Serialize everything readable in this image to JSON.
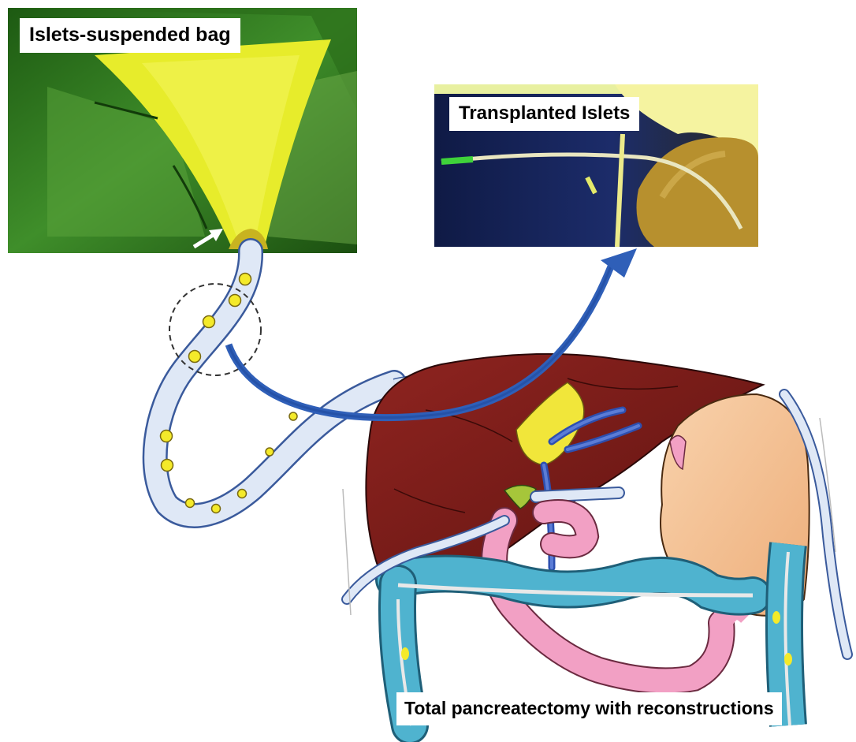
{
  "labels": {
    "bag": "Islets-suspended bag",
    "transplanted": "Transplanted Islets",
    "surgery": "Total pancreatectomy with reconstructions"
  },
  "colors": {
    "islet_yellow": "#f4ea2a",
    "tube_fill": "#dfe8f6",
    "tube_outline": "#3a5a9c",
    "arrow_blue": "#2f5fb8",
    "liver": "#7d1d1a",
    "colon": "#4fb3cf",
    "small_bowel": "#f2a0c4",
    "stomach": "#f4c59a",
    "bag_green": "#2f7a1e",
    "bag_yellow": "#e5ea2a"
  },
  "icons": [
    "white-arrow-icon",
    "dashed-circle-highlight",
    "curved-arrow-icon"
  ]
}
